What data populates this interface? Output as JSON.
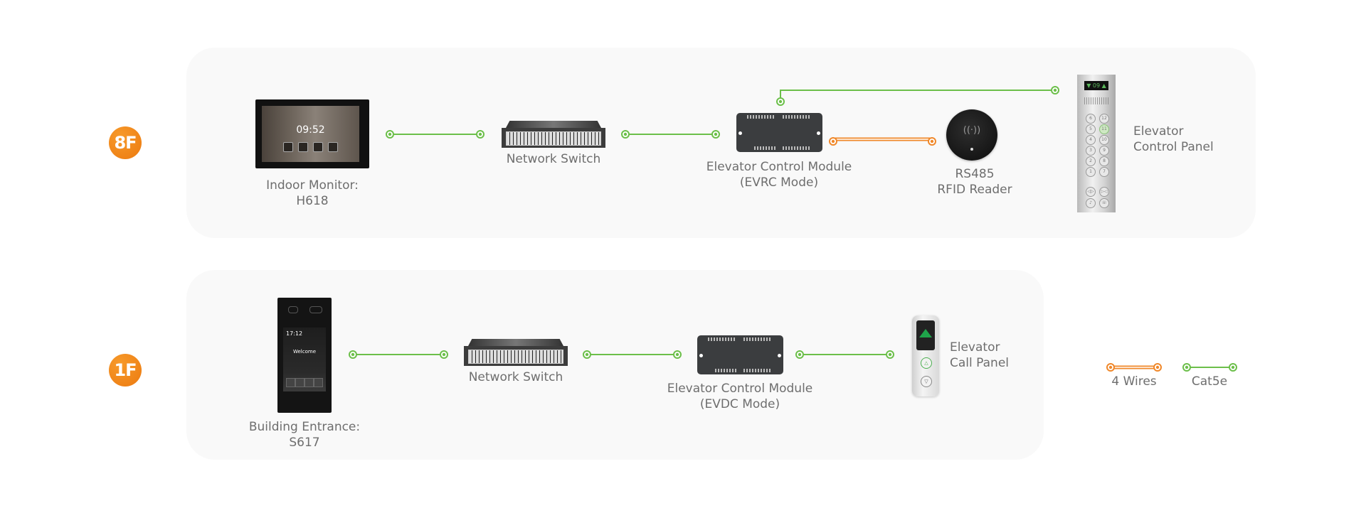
{
  "floors": [
    {
      "badge": "8F",
      "devices": {
        "indoor_monitor": {
          "label_line1": "Indoor Monitor:",
          "label_line2": "H618",
          "screen_time": "09:52"
        },
        "network_switch": {
          "label": "Network Switch"
        },
        "control_module": {
          "label_line1": "Elevator Control Module",
          "label_line2": "(EVRC Mode)"
        },
        "rfid_reader": {
          "label_line1": "RS485",
          "label_line2": "RFID Reader",
          "wave_glyph": "((·))"
        },
        "control_panel": {
          "label_line1": "Elevator",
          "label_line2": "Control Panel",
          "display": "09",
          "buttons": [
            "6",
            "12",
            "5",
            "11",
            "4",
            "10",
            "3",
            "9",
            "2",
            "8",
            "1",
            "7"
          ],
          "lit_button": "11"
        }
      }
    },
    {
      "badge": "1F",
      "devices": {
        "building_entrance": {
          "label_line1": "Building Entrance:",
          "label_line2": "S617",
          "screen_time": "17:12",
          "screen_text": "Welcome"
        },
        "network_switch": {
          "label": "Network Switch"
        },
        "control_module": {
          "label_line1": "Elevator Control Module",
          "label_line2": "(EVDC Mode)"
        },
        "call_panel": {
          "label_line1": "Elevator",
          "label_line2": "Call Panel"
        }
      }
    }
  ],
  "legend": [
    {
      "label": "4 Wires",
      "color": "#f0882a",
      "type": "double"
    },
    {
      "label": "Cat5e",
      "color": "#6cbf4a",
      "type": "single"
    }
  ],
  "colors": {
    "cat5e": "#6cbf4a",
    "four_wires": "#f0882a",
    "badge": "#ee7d14"
  }
}
